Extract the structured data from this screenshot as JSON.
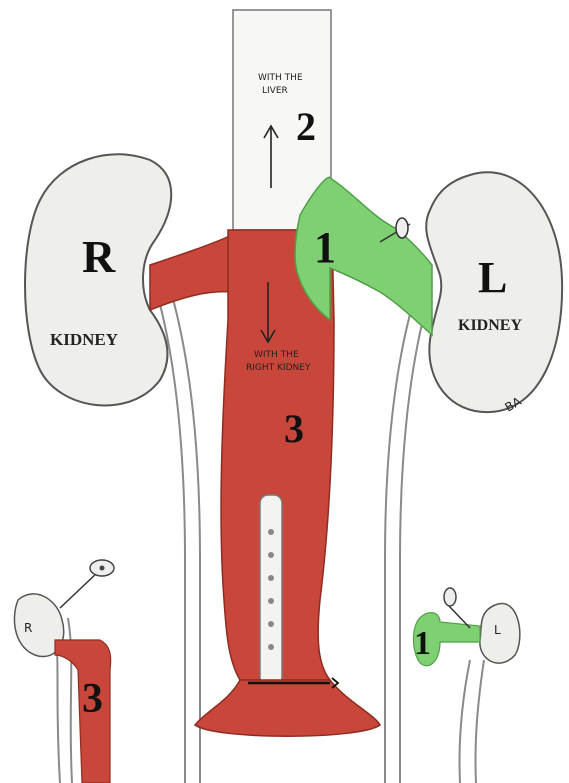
{
  "labels": {
    "right_kidney_letter": "R",
    "left_kidney_letter": "L",
    "right_kidney_word": "KIDNEY",
    "left_kidney_word": "KIDNEY",
    "num_1_main": "1",
    "num_2_main": "2",
    "num_3_main": "3",
    "inset_right_letter": "R",
    "inset_left_letter": "L",
    "inset_num_3": "3",
    "inset_num_1": "1"
  },
  "annotations": {
    "liver_line1": "WITH THE",
    "liver_line2": "LIVER",
    "kidney_line1": "WITH THE",
    "kidney_line2": "RIGHT KIDNEY"
  },
  "signature": "BA",
  "colors": {
    "vein_red": "#c9473a",
    "vein_dark": "#a8332a",
    "green": "#7fcf73",
    "green_dark": "#4f9f47",
    "kidney_fill": "#eeeeea",
    "outline": "#555555"
  }
}
